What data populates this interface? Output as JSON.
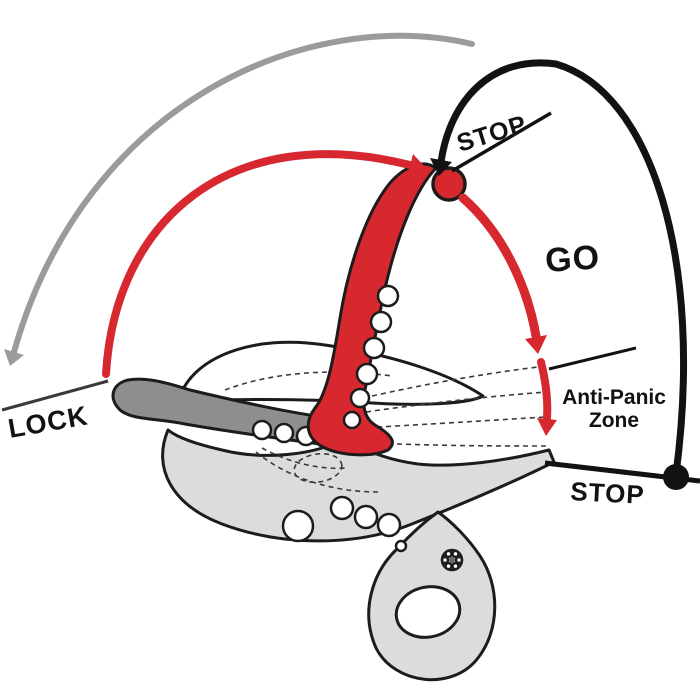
{
  "labels": {
    "stop_top": "STOP",
    "go": "GO",
    "anti_panic_line1": "Anti-Panic",
    "anti_panic_line2": "Zone",
    "stop_bottom": "STOP",
    "lock": "LOCK"
  },
  "colors": {
    "red": "#d7282f",
    "black": "#121212",
    "gray_arc": "#9b9b9b",
    "cam_gray": "#8e8e8e",
    "frame_gray": "#dcdcdc",
    "outline": "#1c1c1c",
    "background": "#ffffff"
  }
}
